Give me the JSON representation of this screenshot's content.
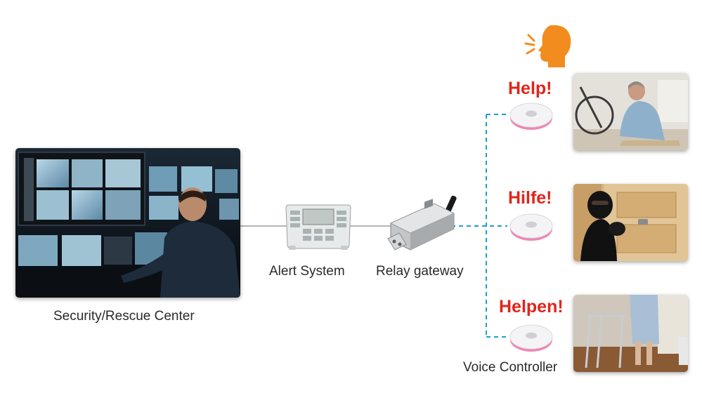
{
  "center": {
    "label": "Security/Rescue Center"
  },
  "alert": {
    "label": "Alert System"
  },
  "gateway": {
    "label": "Relay gateway"
  },
  "voice": {
    "label": "Voice Controller"
  },
  "calls": [
    {
      "text": "Help!"
    },
    {
      "text": "Hilfe!"
    },
    {
      "text": "Helpen!"
    }
  ],
  "colors": {
    "connector_solid": "#b5b5b5",
    "connector_dashed": "#1e9bd7",
    "shout_text": "#e1251b",
    "speaker_icon": "#f28c1e",
    "device_glow": "#ee86b4"
  },
  "icons": [
    "speaking-head-icon"
  ]
}
